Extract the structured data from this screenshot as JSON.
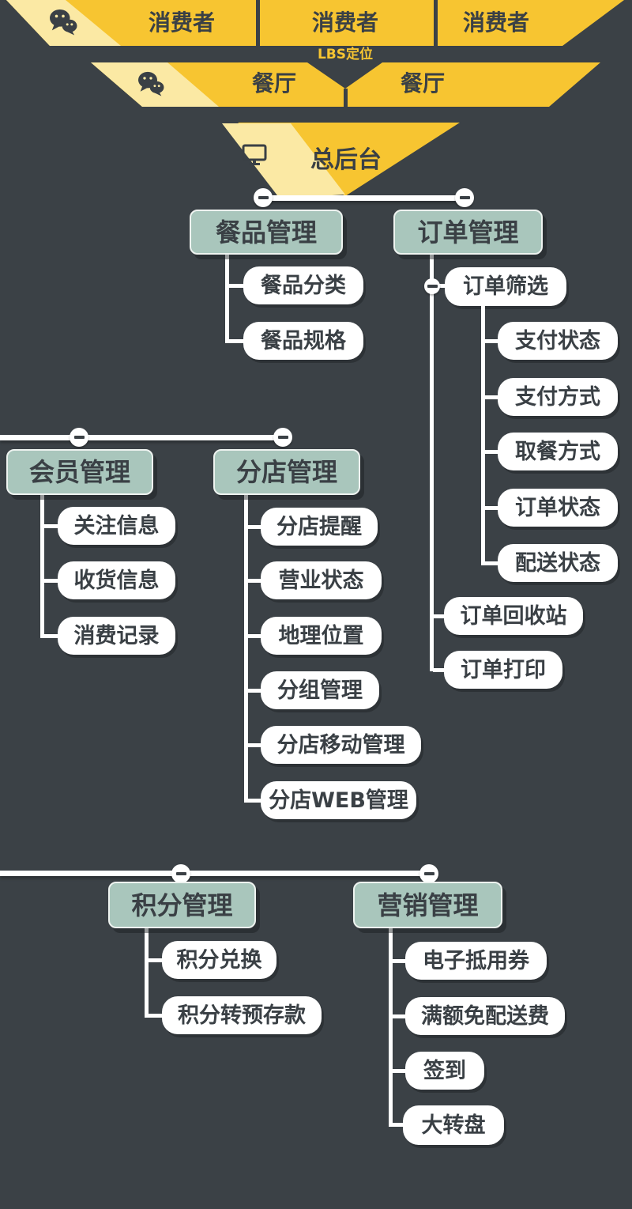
{
  "funnel": {
    "row1_labels": [
      "消费者",
      "消费者",
      "消费者"
    ],
    "lbs_label": "LBS定位",
    "row2_labels": [
      "餐厅",
      "餐厅"
    ],
    "row3_label": "总后台",
    "icons": {
      "row1": "wechat-icon",
      "row2": "wechat-icon",
      "row3": "monitor-icon"
    }
  },
  "colors": {
    "background": "#3B4146",
    "funnel_yellow": "#F7C531",
    "funnel_light_stripe": "#FBE9A4",
    "parent_node_fill": "#A9C6BC",
    "child_node_fill": "#FFFFFF",
    "connector": "#FFFFFF",
    "text_dark": "#3A4045"
  },
  "tree": {
    "collapse_icon": "minus-icon",
    "branches": [
      {
        "label": "餐品管理",
        "children": [
          {
            "label": "餐品分类"
          },
          {
            "label": "餐品规格"
          }
        ]
      },
      {
        "label": "订单管理",
        "children": [
          {
            "label": "订单筛选",
            "children": [
              {
                "label": "支付状态"
              },
              {
                "label": "支付方式"
              },
              {
                "label": "取餐方式"
              },
              {
                "label": "订单状态"
              },
              {
                "label": "配送状态"
              }
            ]
          },
          {
            "label": "订单回收站"
          },
          {
            "label": "订单打印"
          }
        ]
      },
      {
        "label": "会员管理",
        "children": [
          {
            "label": "关注信息"
          },
          {
            "label": "收货信息"
          },
          {
            "label": "消费记录"
          }
        ]
      },
      {
        "label": "分店管理",
        "children": [
          {
            "label": "分店提醒"
          },
          {
            "label": "营业状态"
          },
          {
            "label": "地理位置"
          },
          {
            "label": "分组管理"
          },
          {
            "label": "分店移动管理"
          },
          {
            "label": "分店WEB管理"
          }
        ]
      },
      {
        "label": "积分管理",
        "children": [
          {
            "label": "积分兑换"
          },
          {
            "label": "积分转预存款"
          }
        ]
      },
      {
        "label": "营销管理",
        "children": [
          {
            "label": "电子抵用券"
          },
          {
            "label": "满额免配送费"
          },
          {
            "label": "签到"
          },
          {
            "label": "大转盘"
          }
        ]
      }
    ]
  }
}
